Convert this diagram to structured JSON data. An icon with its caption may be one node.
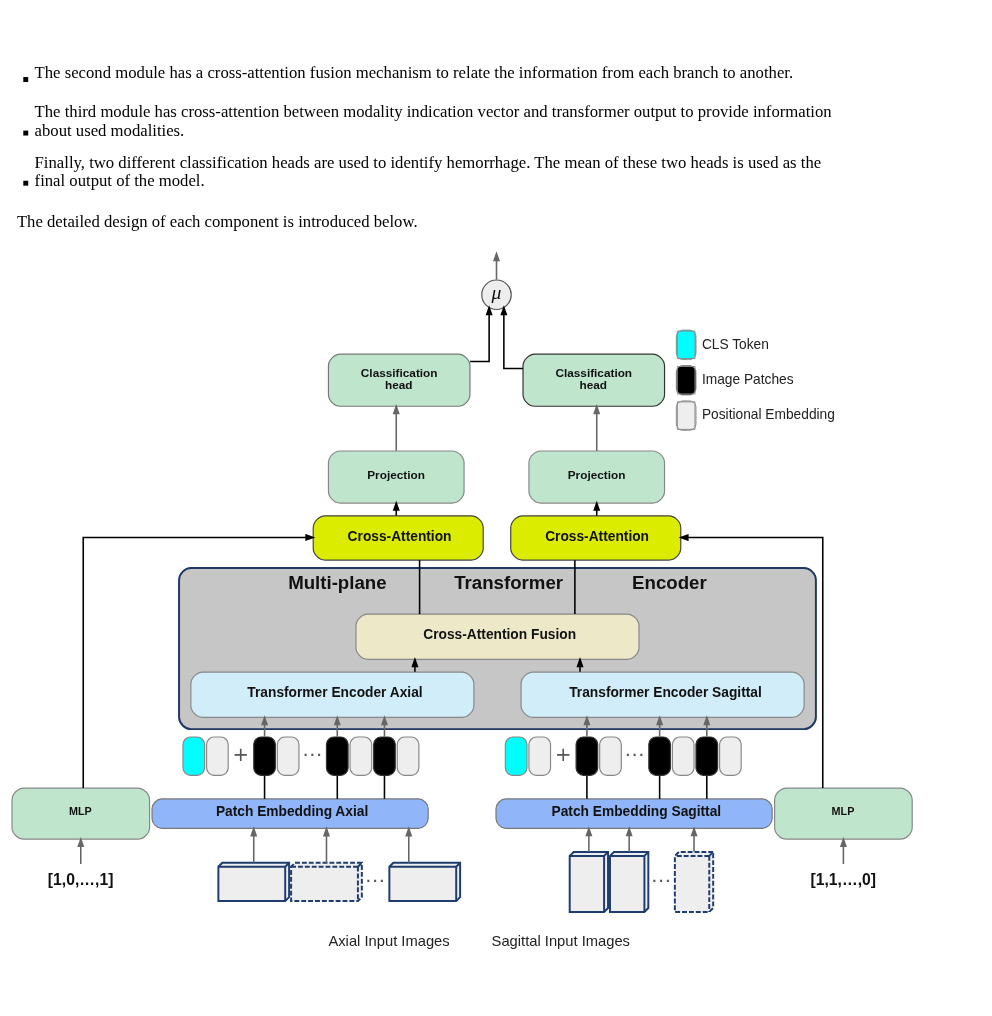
{
  "diagram": {
    "nodes": [
      {
        "text": [
          "μ"
        ]
      },
      {
        "text": [
          "Classification head"
        ]
      },
      {
        "text": [
          "Classification head"
        ]
      },
      {
        "text": [
          "Projection"
        ]
      },
      {
        "text": [
          "Projection"
        ]
      },
      {
        "text": [
          "Cross-Attention"
        ]
      },
      {
        "text": [
          "Cross-Attention"
        ]
      },
      {
        "text": [
          "Multi-plane Transformer Encoder"
        ]
      },
      {
        "text": [
          "Cross-Attention Fusion"
        ],
        "in": 7
      },
      {
        "text": [
          "Transformer Encoder Axial"
        ],
        "in": 7
      },
      {
        "text": [
          "Transformer Encoder Sagittal"
        ],
        "in": 7
      },
      {
        "text": [],
        "shape": "box"
      },
      {
        "text": [],
        "shape": "box"
      },
      {
        "text": [],
        "shape": "box"
      },
      {
        "text": [],
        "shape": "box"
      },
      {
        "text": [],
        "shape": "box"
      },
      {
        "text": [],
        "shape": "box"
      },
      {
        "text": [],
        "shape": "box"
      },
      {
        "text": [],
        "shape": "box"
      },
      {
        "text": [],
        "shape": "box"
      },
      {
        "text": [],
        "shape": "box"
      },
      {
        "text": [],
        "shape": "box"
      },
      {
        "text": [],
        "shape": "box"
      },
      {
        "text": [],
        "shape": "box"
      },
      {
        "text": [],
        "shape": "box"
      },
      {
        "text": [],
        "shape": "box"
      },
      {
        "text": [],
        "shape": "box"
      },
      {
        "text": [
          "MLP"
        ]
      },
      {
        "text": [
          "Patch Embedding Axial"
        ]
      },
      {
        "text": [
          "Patch Embedding Sagittal"
        ]
      },
      {
        "text": [
          "MLP"
        ]
      },
      {
        "text": [
          "[1,0,…,1]"
        ]
      },
      {
        "text": [],
        "shape": "box"
      },
      {
        "text": [],
        "shape": "box"
      },
      {
        "text": [],
        "shape": "box"
      },
      {
        "text": [],
        "shape": "box"
      },
      {
        "text": [],
        "shape": "box"
      },
      {
        "text": [],
        "shape": "box"
      },
      {
        "text": [
          "[1,1,…,0]"
        ]
      }
    ],
    "edges": [
      {
        "from": 1,
        "to": 0,
        "arrow": "to",
        "color": "#000000"
      },
      {
        "from": 2,
        "to": 0,
        "arrow": "to",
        "color": "#000000"
      },
      {
        "from": 0,
        "to": null,
        "arrow": "to",
        "color": "#666666"
      },
      {
        "from": 3,
        "to": 1,
        "arrow": "to",
        "color": "#666666"
      },
      {
        "from": 4,
        "to": 2,
        "arrow": "to",
        "color": "#666666"
      },
      {
        "from": 5,
        "to": 3,
        "arrow": "to",
        "color": "#000000"
      },
      {
        "from": 6,
        "to": 4,
        "arrow": "to",
        "color": "#000000"
      },
      {
        "from": 8,
        "to": 5,
        "arrow": "none",
        "color": "#000000"
      },
      {
        "from": 8,
        "to": 6,
        "arrow": "none",
        "color": "#000000"
      },
      {
        "from": 27,
        "to": 5,
        "arrow": "to",
        "color": "#000000"
      },
      {
        "from": 30,
        "to": 6,
        "arrow": "to",
        "color": "#000000"
      },
      {
        "from": 9,
        "to": 8,
        "arrow": "to",
        "color": "#000000"
      },
      {
        "from": 10,
        "to": 8,
        "arrow": "to",
        "color": "#000000"
      },
      {
        "from": 28,
        "to": 13,
        "arrow": "none",
        "color": "#000000"
      },
      {
        "from": 28,
        "to": 15,
        "arrow": "none",
        "color": "#000000"
      },
      {
        "from": 28,
        "to": 17,
        "arrow": "none",
        "color": "#000000"
      },
      {
        "from": 13,
        "to": 9,
        "arrow": "to",
        "color": "#666666"
      },
      {
        "from": 15,
        "to": 9,
        "arrow": "to",
        "color": "#666666"
      },
      {
        "from": 17,
        "to": 9,
        "arrow": "to",
        "color": "#666666"
      },
      {
        "from": 29,
        "to": 21,
        "arrow": "none",
        "color": "#000000"
      },
      {
        "from": 29,
        "to": 23,
        "arrow": "none",
        "color": "#000000"
      },
      {
        "from": 29,
        "to": 25,
        "arrow": "none",
        "color": "#000000"
      },
      {
        "from": 21,
        "to": 10,
        "arrow": "to",
        "color": "#666666"
      },
      {
        "from": 23,
        "to": 10,
        "arrow": "to",
        "color": "#666666"
      },
      {
        "from": 25,
        "to": 10,
        "arrow": "to",
        "color": "#666666"
      },
      {
        "from": 31,
        "to": 27,
        "arrow": "to",
        "color": "#666666"
      },
      {
        "from": 38,
        "to": 30,
        "arrow": "to",
        "color": "#666666"
      },
      {
        "from": 32,
        "to": 28,
        "arrow": "to",
        "color": "#666666"
      },
      {
        "from": 33,
        "to": 28,
        "arrow": "to",
        "color": "#666666"
      },
      {
        "from": 34,
        "to": 28,
        "arrow": "to",
        "color": "#666666"
      },
      {
        "from": 35,
        "to": 29,
        "arrow": "to",
        "color": "#666666"
      },
      {
        "from": 36,
        "to": 29,
        "arrow": "to",
        "color": "#666666"
      },
      {
        "from": 37,
        "to": 29,
        "arrow": "to",
        "color": "#666666"
      }
    ],
    "labels": [
      "The second module has a cross-attention fusion mechanism to relate the information from each branch to another.",
      "The third module has cross-attention between modality indication vector and transformer output to provide information about used modalities.",
      "Finally, two different classification heads are used to identify hemorrhage. The mean of these two heads is used as the final output of the model.",
      "The detailed design of each component is introduced below.",
      "+",
      "⋯",
      "+",
      "⋯",
      "⋯",
      "⋯",
      "Axial Input Images",
      "Sagittal Input Images"
    ],
    "legend": [
      {
        "text": "CLS Token",
        "color": "#00ffff"
      },
      {
        "text": "Image Patches",
        "color": "#000000"
      },
      {
        "text": "Positional Embedding",
        "color": "#eeeeee"
      }
    ]
  }
}
